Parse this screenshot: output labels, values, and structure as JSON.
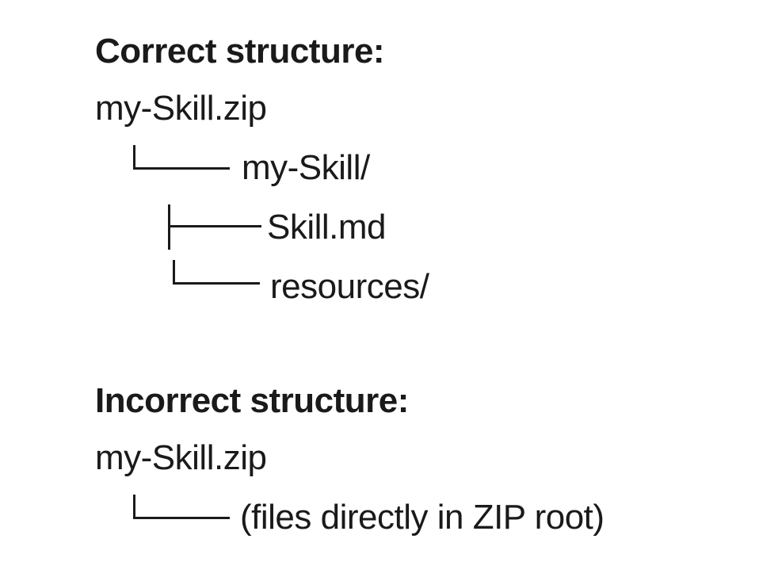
{
  "page": {
    "background_color": "#ffffff",
    "text_color": "#1a1a1a"
  },
  "sections": [
    {
      "heading": "Correct structure:",
      "root_file": "my-Skill.zip",
      "tree_items": [
        {
          "label": "my-Skill/",
          "depth": 1,
          "connector": "corner"
        },
        {
          "label": "Skill.md",
          "depth": 2,
          "connector": "tee"
        },
        {
          "label": "resources/",
          "depth": 2,
          "connector": "corner"
        }
      ]
    },
    {
      "heading": "Incorrect structure:",
      "root_file": "my-Skill.zip",
      "tree_items": [
        {
          "label": "(files directly in ZIP root)",
          "depth": 1,
          "connector": "corner"
        }
      ]
    }
  ]
}
